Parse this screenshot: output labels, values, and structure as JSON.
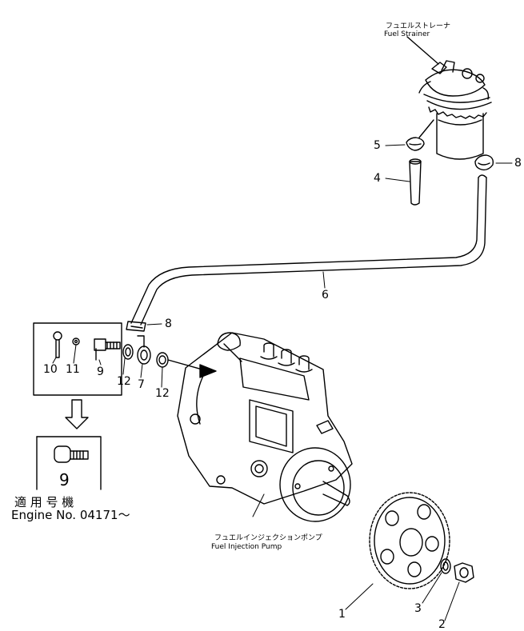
{
  "captions": {
    "strainer_jp": "フュエルストレーナ",
    "strainer_en": "Fuel  Strainer",
    "pump_jp": "フュエルインジェクションポンプ",
    "pump_en": "Fuel  Injection  Pump"
  },
  "applicability": {
    "label_jp": "適 用 号 機",
    "label_en": "Engine  No.  04171～"
  },
  "callouts": {
    "c1": "1",
    "c2": "2",
    "c3": "3",
    "c4": "4",
    "c5": "5",
    "c6": "6",
    "c7": "7",
    "c8a": "8",
    "c8b": "8",
    "c9": "9",
    "c10": "10",
    "c11": "11",
    "c12a": "12",
    "c12b": "12",
    "c9_new": "9"
  }
}
